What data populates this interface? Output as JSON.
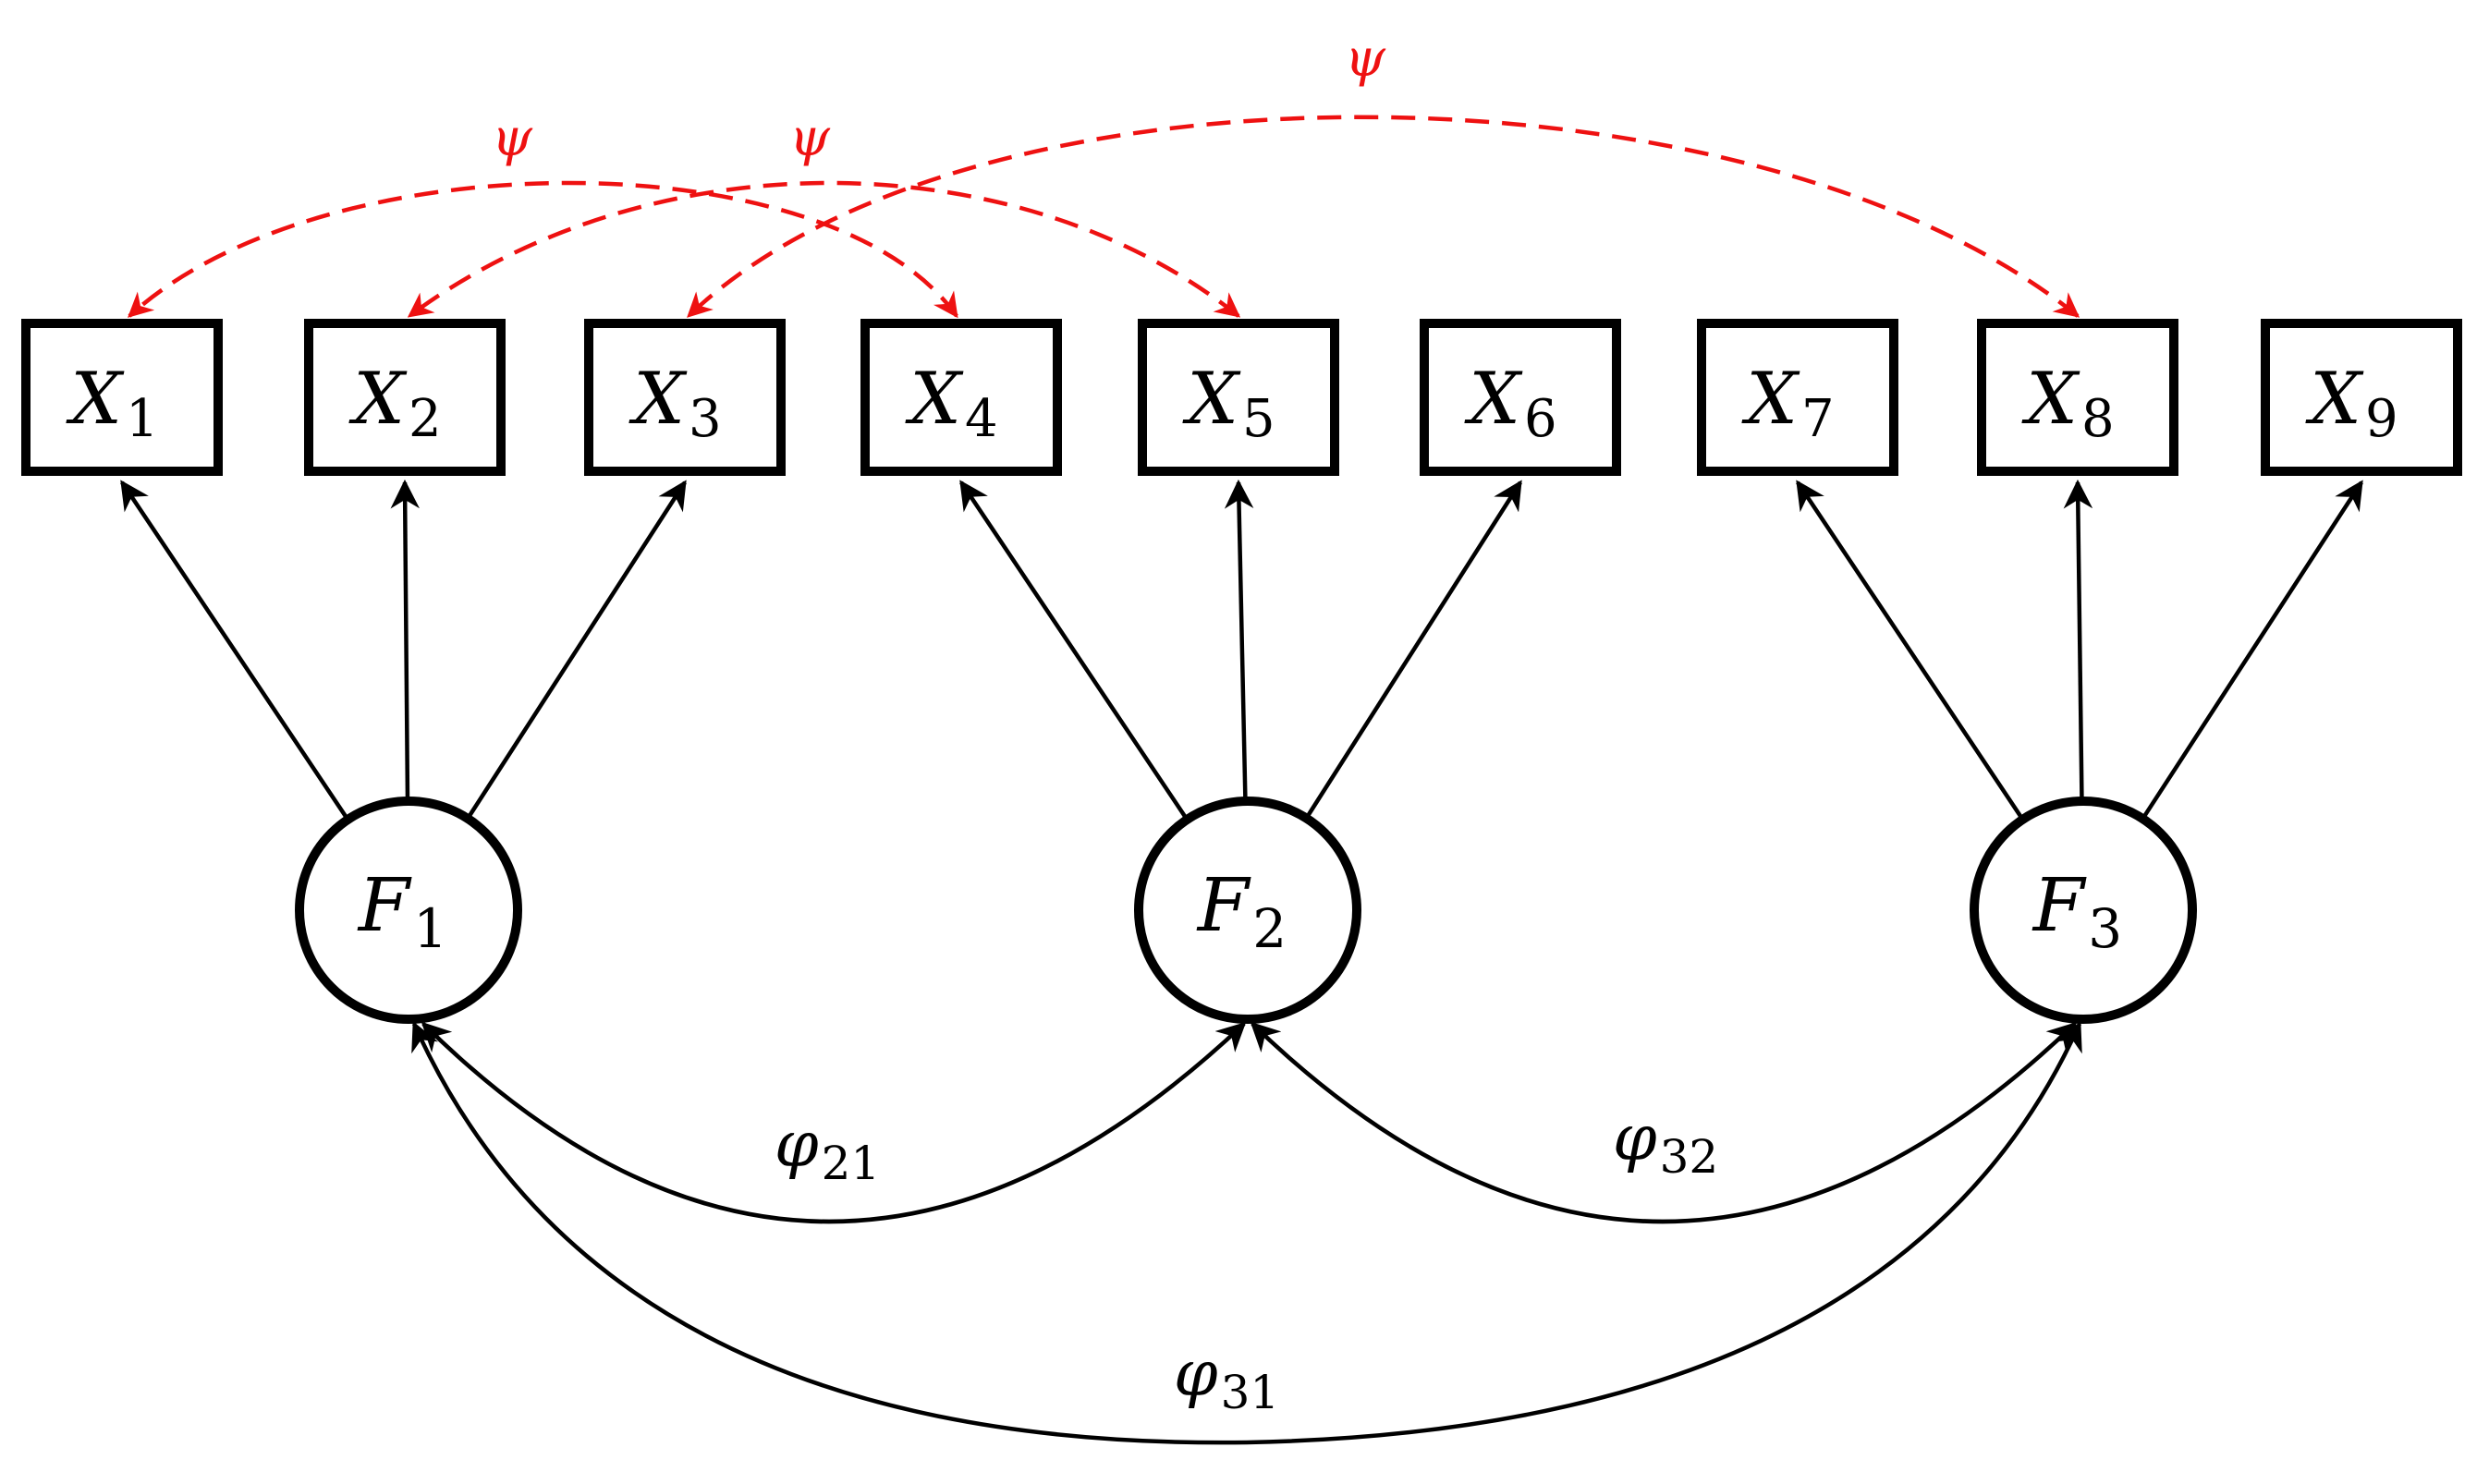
{
  "colors": {
    "text": "#000000",
    "node_stroke": "#000000",
    "path_color": "#000000",
    "error_covariance_color": "#ee1111"
  },
  "observed": [
    {
      "letter": "X",
      "sub": "1"
    },
    {
      "letter": "X",
      "sub": "2"
    },
    {
      "letter": "X",
      "sub": "3"
    },
    {
      "letter": "X",
      "sub": "4"
    },
    {
      "letter": "X",
      "sub": "5"
    },
    {
      "letter": "X",
      "sub": "6"
    },
    {
      "letter": "X",
      "sub": "7"
    },
    {
      "letter": "X",
      "sub": "8"
    },
    {
      "letter": "X",
      "sub": "9"
    }
  ],
  "factors": [
    {
      "letter": "F",
      "sub": "1",
      "indicators": [
        1,
        2,
        3
      ]
    },
    {
      "letter": "F",
      "sub": "2",
      "indicators": [
        4,
        5,
        6
      ]
    },
    {
      "letter": "F",
      "sub": "3",
      "indicators": [
        7,
        8,
        9
      ]
    }
  ],
  "factor_covariances": [
    {
      "from": 1,
      "to": 2,
      "symbol": "φ",
      "sub": "21"
    },
    {
      "from": 2,
      "to": 3,
      "symbol": "φ",
      "sub": "32"
    },
    {
      "from": 1,
      "to": 3,
      "symbol": "φ",
      "sub": "31"
    }
  ],
  "error_covariances": [
    {
      "from": 1,
      "to": 4,
      "label": "ψ"
    },
    {
      "from": 2,
      "to": 5,
      "label": "ψ"
    },
    {
      "from": 3,
      "to": 8,
      "label": "ψ"
    }
  ]
}
